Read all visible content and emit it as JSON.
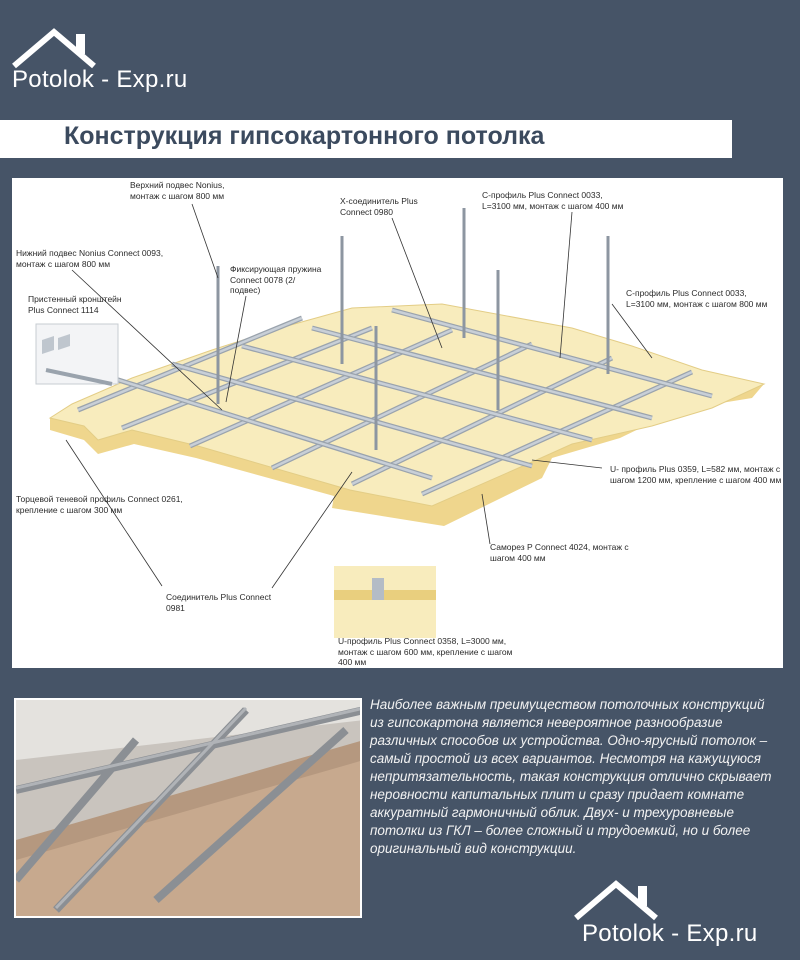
{
  "site": {
    "logo_text": "Potolok - Exp.ru",
    "logo_icon": "house-roof-icon"
  },
  "title": "Конструкция гипсокартонного потолка",
  "labels": {
    "upper_hanger": [
      "Верхний подвес Nonius,",
      "монтаж с шагом 800 мм"
    ],
    "x_connector": [
      "X-соединитель Plus",
      "Connect 0980"
    ],
    "c_profile_400": [
      "C-профиль Plus Connect 0033,",
      "L=3100 мм, монтаж с шагом 400 мм"
    ],
    "lower_hanger": [
      "Нижний подвес Nonius Connect 0093,",
      "монтаж с шагом 800 мм"
    ],
    "spring": [
      "Фиксирующая пружина",
      "Connect 0078 (2/",
      "подвес)"
    ],
    "wall_bracket": [
      "Пристенный кронштейн",
      "Plus Connect 1114"
    ],
    "c_profile_800": [
      "C-профиль Plus Connect 0033,",
      "L=3100 мм, монтаж с шагом 800 мм"
    ],
    "u_profile_0359": [
      "U- профиль Plus 0359, L=582 мм, монтаж с",
      "шагом 1200 мм, крепление с шагом 400 мм"
    ],
    "shadow_profile": [
      "Торцевой теневой профиль Connect 0261,",
      "крепление с шагом 300 мм"
    ],
    "screw": [
      "Саморез P Connect 4024, монтаж с",
      "шагом 400 мм"
    ],
    "connector_0981": [
      "Соединитель Plus Connect",
      "0981"
    ],
    "u_profile_0358": [
      "U-профиль Plus Connect 0358, L=3000 мм,",
      "монтаж с шагом 600 мм, крепление с шагом",
      "400 мм"
    ]
  },
  "description": "Наиболее важным преимуществом потолочных конструкций из гипсокартона является невероятное разнообразие различных способов их устройства. Одно-ярусный потолок – самый простой из всех вариантов. Несмотря на кажущуюся непритязательность, такая конструкция отлично скрывает неровности капитальных плит и сразу придает комнате аккуратный гармоничный облик. Двух- и трехуровневые потолки из ГКЛ – более сложный и трудоемкий, но и более оригинальный вид конструкции.",
  "colors": {
    "background": "#465467",
    "title": "#3b4a5e",
    "board": "#f6e8b4",
    "board_edge": "#e9cf7e",
    "metal": "#b4bcc6"
  }
}
